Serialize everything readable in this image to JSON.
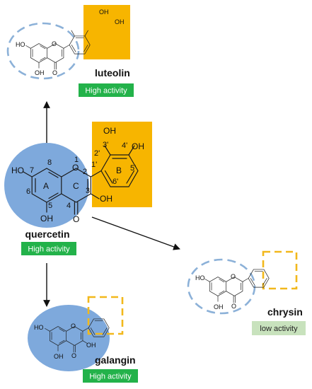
{
  "colors": {
    "blue_fill": "#7ea9dc",
    "blue_dash": "#8cb1d8",
    "orange": "#f7b500",
    "orange_dash": "#f2b81c",
    "green_high": "#23b24a",
    "green_low": "#c8e2bd"
  },
  "atoms": {
    "oh": "OH",
    "ho": "HO",
    "o": "O"
  },
  "quercetin": {
    "name": "quercetin",
    "activity": "High activity",
    "ring_a": "A",
    "ring_b": "B",
    "ring_c": "C",
    "positions": {
      "p1": "1",
      "p2": "2",
      "p3": "3",
      "p4": "4",
      "p5": "5",
      "p6": "6",
      "p7": "7",
      "p8": "8",
      "p1p": "1'",
      "p2p": "2'",
      "p3p": "3'",
      "p4p": "4'",
      "p5p": "5'",
      "p6p": "6'"
    }
  },
  "luteolin": {
    "name": "luteolin",
    "activity": "High activity"
  },
  "galangin": {
    "name": "galangin",
    "activity": "High activity"
  },
  "chrysin": {
    "name": "chrysin",
    "activity": "low activity"
  }
}
